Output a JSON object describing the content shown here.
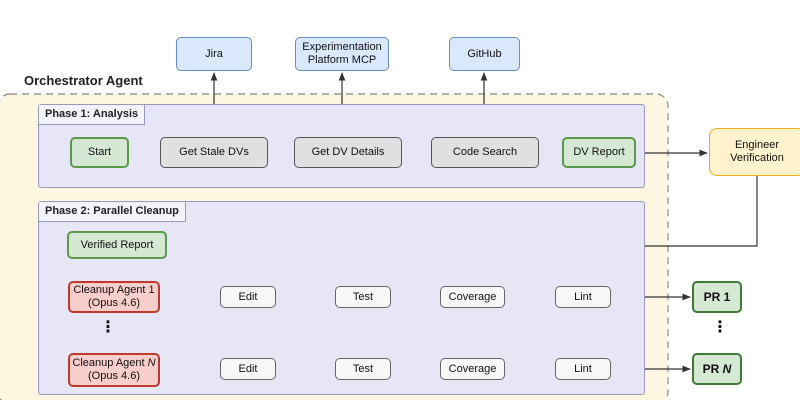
{
  "orchestrator": {
    "label": "Orchestrator Agent"
  },
  "phase1": {
    "label": "Phase 1: Analysis"
  },
  "phase2": {
    "label": "Phase 2: Parallel Cleanup"
  },
  "external": {
    "jira": "Jira",
    "experimentation": "Experimentation\nPlatform MCP",
    "github": "GitHub"
  },
  "analysis_steps": {
    "start": "Start",
    "get_stale": "Get Stale DVs",
    "get_details": "Get DV Details",
    "code_search": "Code Search",
    "dv_report": "DV Report"
  },
  "engineer": {
    "label": "Engineer\nVerification"
  },
  "verified_report": {
    "label": "Verified Report"
  },
  "agents": [
    {
      "name_prefix": "Cleanup Agent ",
      "name_index": "1",
      "model": "(Opus 4.6)",
      "steps": [
        "Edit",
        "Test",
        "Coverage",
        "Lint"
      ],
      "pr_prefix": "PR ",
      "pr_index": "1"
    },
    {
      "name_prefix": "Cleanup Agent ",
      "name_index": "N",
      "model": "(Opus 4.6)",
      "steps": [
        "Edit",
        "Test",
        "Coverage",
        "Lint"
      ],
      "pr_prefix": "PR ",
      "pr_index": "N"
    }
  ],
  "ellipsis": "⋮",
  "colors": {
    "external_fill": "#dae8fc",
    "green_fill": "#d5e8d4",
    "grey_fill": "#e0e0e0",
    "agent_fill": "#f8cecc",
    "agent_border": "#c0392b",
    "engineer_fill": "#fff2cc",
    "phase_fill": "#e6e6f7",
    "orchestrator_fill": "#fdf6e1"
  }
}
